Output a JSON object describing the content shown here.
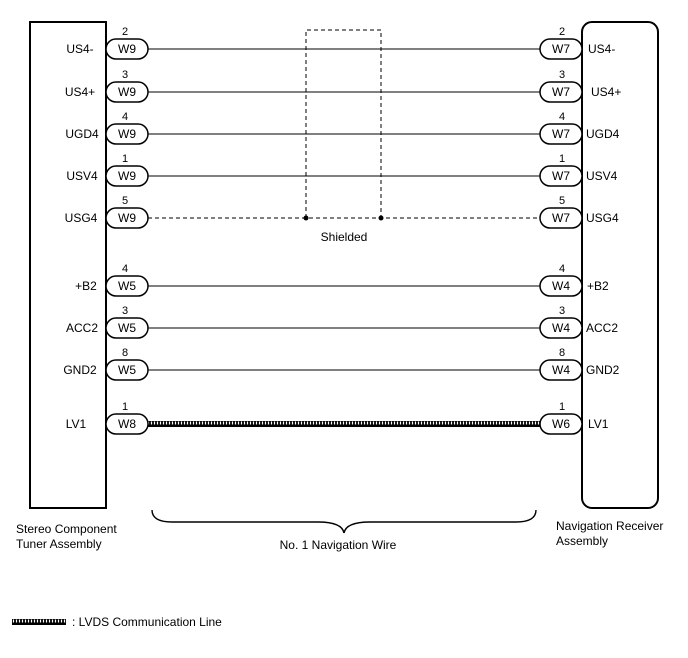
{
  "left_component": {
    "title_lines": [
      "Stereo Component",
      "Tuner Assembly"
    ]
  },
  "right_component": {
    "title_lines": [
      "Navigation Receiver",
      "Assembly"
    ]
  },
  "wire_harness_label": "No. 1 Navigation Wire",
  "shield_label": "Shielded",
  "legend": {
    "text": ": LVDS Communication Line",
    "line_style": "lvds"
  },
  "signals": [
    {
      "left_label": "US4-",
      "left_connector": "W9",
      "left_pin": "2",
      "right_connector": "W7",
      "right_pin": "2",
      "right_label": "US4-",
      "line": "solid"
    },
    {
      "left_label": "US4+",
      "left_connector": "W9",
      "left_pin": "3",
      "right_connector": "W7",
      "right_pin": "3",
      "right_label": "US4+",
      "line": "solid"
    },
    {
      "left_label": "UGD4",
      "left_connector": "W9",
      "left_pin": "4",
      "right_connector": "W7",
      "right_pin": "4",
      "right_label": "UGD4",
      "line": "solid"
    },
    {
      "left_label": "USV4",
      "left_connector": "W9",
      "left_pin": "1",
      "right_connector": "W7",
      "right_pin": "1",
      "right_label": "USV4",
      "line": "solid"
    },
    {
      "left_label": "USG4",
      "left_connector": "W9",
      "left_pin": "5",
      "right_connector": "W7",
      "right_pin": "5",
      "right_label": "USG4",
      "line": "dashed"
    },
    {
      "left_label": "+B2",
      "left_connector": "W5",
      "left_pin": "4",
      "right_connector": "W4",
      "right_pin": "4",
      "right_label": "+B2",
      "line": "solid"
    },
    {
      "left_label": "ACC2",
      "left_connector": "W5",
      "left_pin": "3",
      "right_connector": "W4",
      "right_pin": "3",
      "right_label": "ACC2",
      "line": "solid"
    },
    {
      "left_label": "GND2",
      "left_connector": "W5",
      "left_pin": "8",
      "right_connector": "W4",
      "right_pin": "8",
      "right_label": "GND2",
      "line": "solid"
    },
    {
      "left_label": "LV1",
      "left_connector": "W8",
      "left_pin": "1",
      "right_connector": "W6",
      "right_pin": "1",
      "right_label": "LV1",
      "line": "lvds"
    }
  ],
  "colors": {
    "stroke": "#000000",
    "background": "#ffffff"
  }
}
